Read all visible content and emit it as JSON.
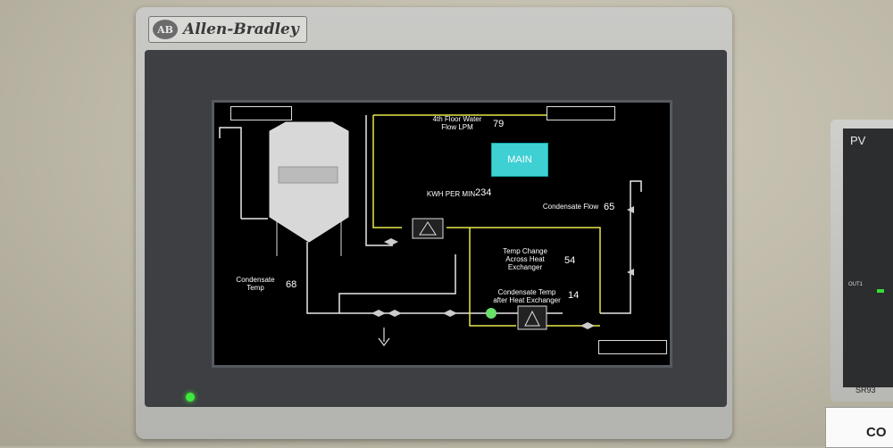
{
  "device": {
    "brand": "Allen-Bradley",
    "logo_text": "AB"
  },
  "hmi": {
    "main_button": "MAIN",
    "floor_water_label": "4th Floor Water\nFlow LPM",
    "floor_water_value": "79",
    "kwh_label": "KWH PER MIN",
    "kwh_value": "234",
    "condensate_flow_label": "Condensate Flow",
    "condensate_flow_value": "65",
    "temp_change_label": "Temp Change\nAcross Heat\nExchanger",
    "temp_change_value": "54",
    "condensate_temp_after_label": "Condensate Temp\nafter Heat Exchanger",
    "condensate_temp_after_value": "14",
    "condensate_temp_label": "Condensate\nTemp",
    "condensate_temp_value": "68"
  },
  "side_controller": {
    "pv_label": "PV",
    "out1_label": "OUT1",
    "model": "SR93",
    "card_text": "CO"
  },
  "colors": {
    "screen_bg": "#000000",
    "main_button": "#3fd0d4",
    "pipe_white": "#e8e8e8",
    "pipe_yellow": "#e8e84a",
    "led_green": "#3eea3e"
  }
}
